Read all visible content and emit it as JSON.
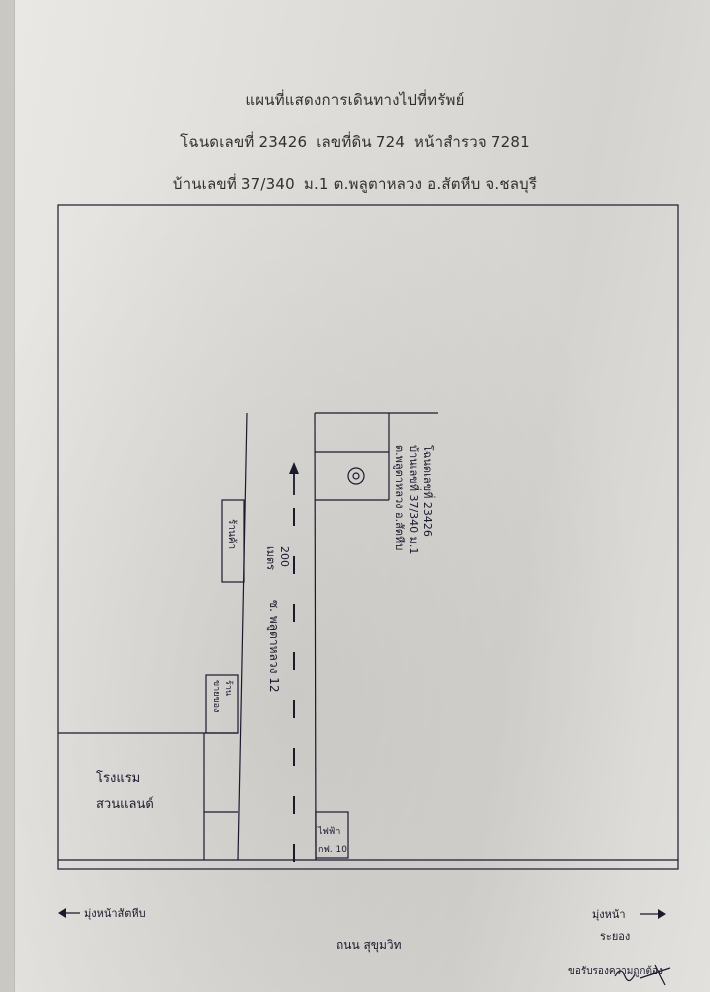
{
  "header": {
    "title": "แผนที่แสดงการเดินทางไปที่ทรัพย์",
    "deed_label": "โฉนดเลขที่",
    "deed_no": "23426",
    "land_label": "เลขที่ดิน",
    "land_no": "724",
    "survey_label": "หน้าสำรวจ",
    "survey_no": "7281",
    "house_label": "บ้านเลขที่",
    "house_no": "37/340",
    "address": "ม.1 ต.พลูตาหลวง อ.สัตหีบ จ.ชลบุรี"
  },
  "map": {
    "property_note": [
      "โฉนดเลขที่ 23426",
      "บ้านเลขที่ 37/340 ม.1",
      "ต.พลูตาหลวง อ.สัตหีบ"
    ],
    "distance": "200",
    "distance_unit": "เมตร",
    "road_name": "ซ. พลูตาหลวง 12",
    "shop_upper": "ร้านค้า",
    "shop_lower": [
      "ร้าน",
      "ขายของ"
    ],
    "hotel": [
      "โรงแรม",
      "สวนแลนด์"
    ],
    "pole": [
      "ไฟฟ้า",
      "กฟ. 10"
    ],
    "main_road": "ถนน สุขุมวิท",
    "left_direction": "มุ่งหน้าสัตหีบ",
    "right_direction": [
      "มุ่งหน้า",
      "ระยอง"
    ],
    "signature_note": "ขอรับรองความถูกต้อง"
  },
  "colors": {
    "ink": "#1a1a2e",
    "print": "#303030"
  }
}
